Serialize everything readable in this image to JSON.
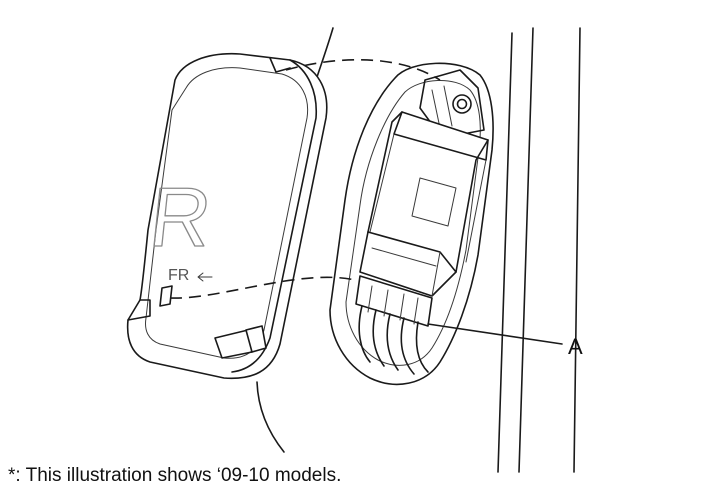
{
  "diagram": {
    "cover_letter": "R",
    "cover_marking": "FR",
    "callout_label": "A",
    "footnote": "*: This illustration shows ‘09-10 models."
  }
}
